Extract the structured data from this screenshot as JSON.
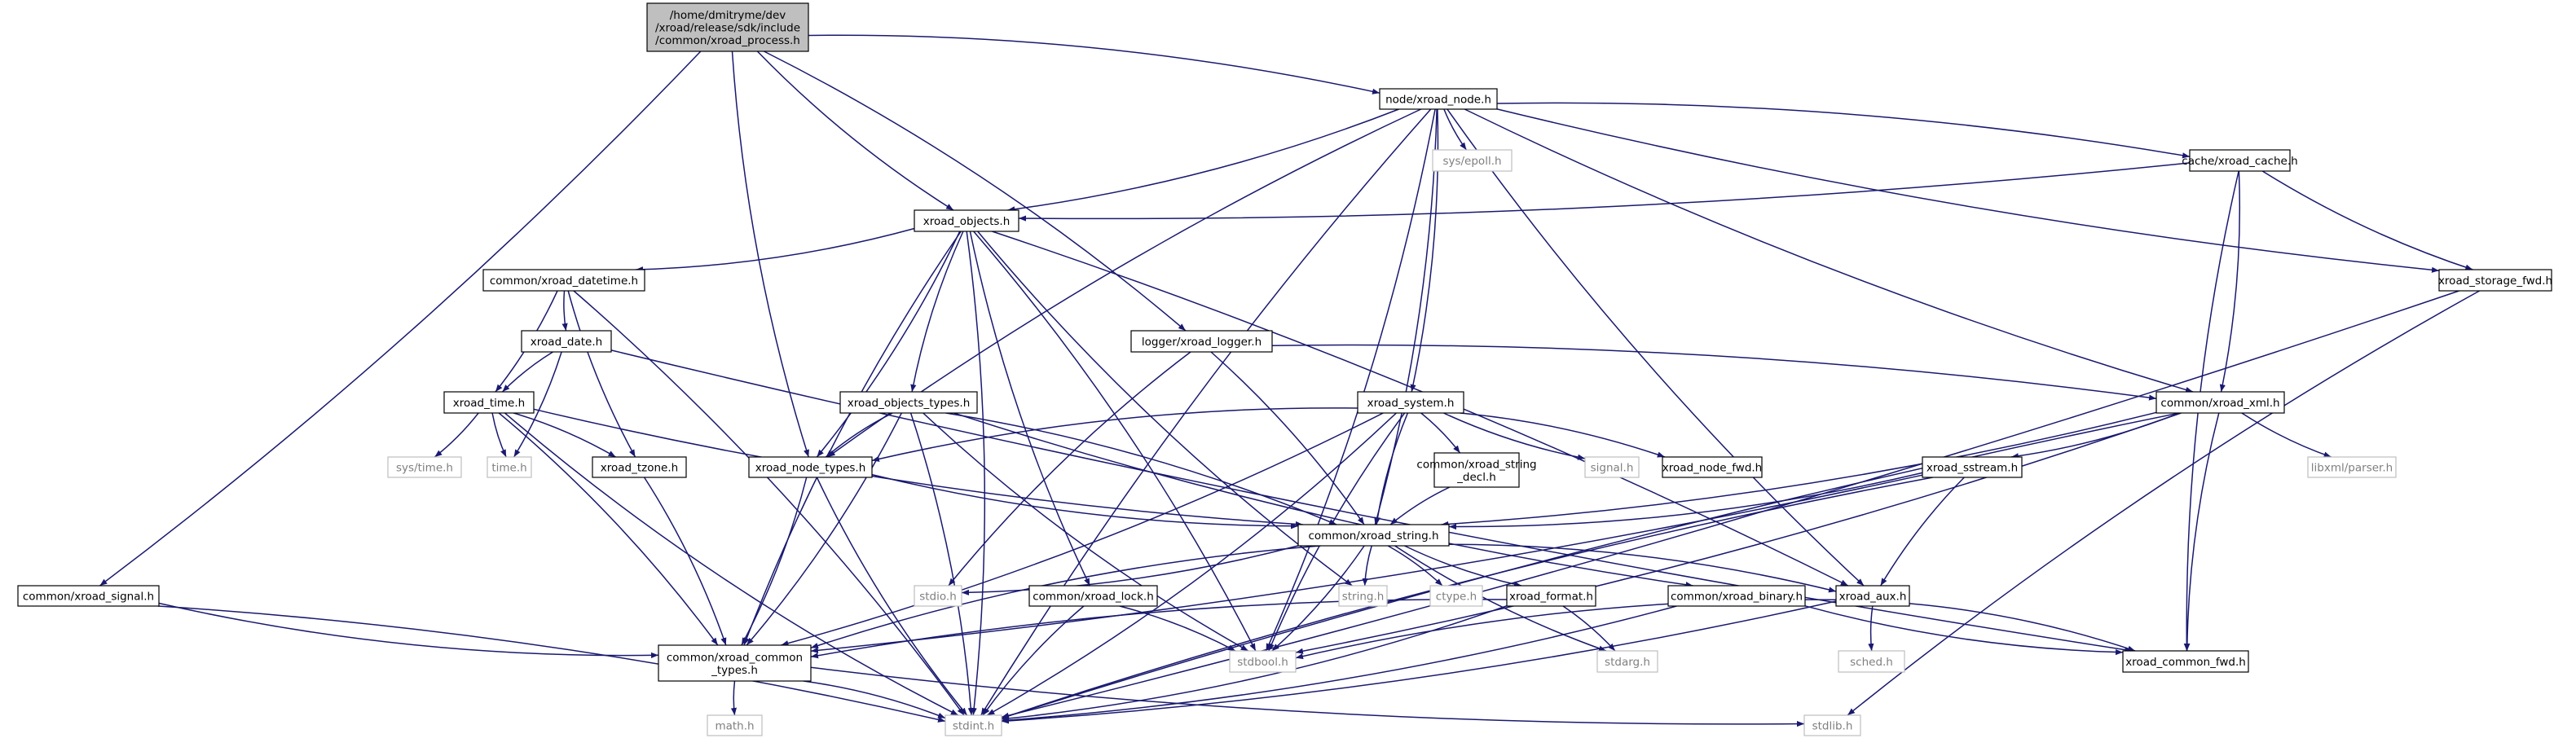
{
  "diagram": {
    "colors": {
      "root_fill": "#bfbfbf",
      "project_border": "#000000",
      "system_border": "#bfbfbf",
      "system_text": "#7f7f7f",
      "edge": "#191970",
      "text": "#000000"
    },
    "nodes": [
      {
        "id": "root",
        "lines": [
          "/home/dmitryme/dev",
          "/xroad/release/sdk/include",
          "/common/xroad_process.h"
        ],
        "kind": "root"
      },
      {
        "id": "node",
        "lines": [
          "node/xroad_node.h"
        ],
        "kind": "project"
      },
      {
        "id": "epoll",
        "lines": [
          "sys/epoll.h"
        ],
        "kind": "system"
      },
      {
        "id": "cache",
        "lines": [
          "cache/xroad_cache.h"
        ],
        "kind": "project"
      },
      {
        "id": "storage_fwd",
        "lines": [
          "xroad_storage_fwd.h"
        ],
        "kind": "project"
      },
      {
        "id": "objects",
        "lines": [
          "xroad_objects.h"
        ],
        "kind": "project"
      },
      {
        "id": "datetime",
        "lines": [
          "common/xroad_datetime.h"
        ],
        "kind": "project"
      },
      {
        "id": "date",
        "lines": [
          "xroad_date.h"
        ],
        "kind": "project"
      },
      {
        "id": "time",
        "lines": [
          "xroad_time.h"
        ],
        "kind": "project"
      },
      {
        "id": "systime",
        "lines": [
          "sys/time.h"
        ],
        "kind": "system"
      },
      {
        "id": "timeh",
        "lines": [
          "time.h"
        ],
        "kind": "system"
      },
      {
        "id": "tzone",
        "lines": [
          "xroad_tzone.h"
        ],
        "kind": "project"
      },
      {
        "id": "objects_types",
        "lines": [
          "xroad_objects_types.h"
        ],
        "kind": "project"
      },
      {
        "id": "node_types",
        "lines": [
          "xroad_node_types.h"
        ],
        "kind": "project"
      },
      {
        "id": "logger",
        "lines": [
          "logger/xroad_logger.h"
        ],
        "kind": "project"
      },
      {
        "id": "system",
        "lines": [
          "xroad_system.h"
        ],
        "kind": "project"
      },
      {
        "id": "string_decl",
        "lines": [
          "common/xroad_string",
          "_decl.h"
        ],
        "kind": "project"
      },
      {
        "id": "signal",
        "lines": [
          "signal.h"
        ],
        "kind": "system"
      },
      {
        "id": "node_fwd",
        "lines": [
          "xroad_node_fwd.h"
        ],
        "kind": "project"
      },
      {
        "id": "xml",
        "lines": [
          "common/xroad_xml.h"
        ],
        "kind": "project"
      },
      {
        "id": "libxml",
        "lines": [
          "libxml/parser.h"
        ],
        "kind": "system"
      },
      {
        "id": "sstream",
        "lines": [
          "xroad_sstream.h"
        ],
        "kind": "project"
      },
      {
        "id": "string",
        "lines": [
          "common/xroad_string.h"
        ],
        "kind": "project"
      },
      {
        "id": "stdio",
        "lines": [
          "stdio.h"
        ],
        "kind": "system"
      },
      {
        "id": "lock",
        "lines": [
          "common/xroad_lock.h"
        ],
        "kind": "project"
      },
      {
        "id": "stringh",
        "lines": [
          "string.h"
        ],
        "kind": "system"
      },
      {
        "id": "ctype",
        "lines": [
          "ctype.h"
        ],
        "kind": "system"
      },
      {
        "id": "format",
        "lines": [
          "xroad_format.h"
        ],
        "kind": "project"
      },
      {
        "id": "binary",
        "lines": [
          "common/xroad_binary.h"
        ],
        "kind": "project"
      },
      {
        "id": "aux",
        "lines": [
          "xroad_aux.h"
        ],
        "kind": "project"
      },
      {
        "id": "sched",
        "lines": [
          "sched.h"
        ],
        "kind": "system"
      },
      {
        "id": "stdarg",
        "lines": [
          "stdarg.h"
        ],
        "kind": "system"
      },
      {
        "id": "common_fwd",
        "lines": [
          "xroad_common_fwd.h"
        ],
        "kind": "project"
      },
      {
        "id": "stdbool",
        "lines": [
          "stdbool.h"
        ],
        "kind": "system"
      },
      {
        "id": "signalh",
        "lines": [
          "common/xroad_signal.h"
        ],
        "kind": "project"
      },
      {
        "id": "common_types",
        "lines": [
          "common/xroad_common",
          "_types.h"
        ],
        "kind": "project"
      },
      {
        "id": "math",
        "lines": [
          "math.h"
        ],
        "kind": "system"
      },
      {
        "id": "stdint",
        "lines": [
          "stdint.h"
        ],
        "kind": "system"
      },
      {
        "id": "stdlib",
        "lines": [
          "stdlib.h"
        ],
        "kind": "system"
      }
    ],
    "edges": [
      [
        "root",
        "node"
      ],
      [
        "root",
        "objects"
      ],
      [
        "root",
        "logger"
      ],
      [
        "root",
        "node_types"
      ],
      [
        "root",
        "signalh"
      ],
      [
        "node",
        "epoll"
      ],
      [
        "node",
        "cache"
      ],
      [
        "node",
        "storage_fwd"
      ],
      [
        "node",
        "objects"
      ],
      [
        "node",
        "node_types"
      ],
      [
        "node",
        "system"
      ],
      [
        "node",
        "xml"
      ],
      [
        "node",
        "string"
      ],
      [
        "node",
        "aux"
      ],
      [
        "node",
        "stdbool"
      ],
      [
        "node",
        "stdint"
      ],
      [
        "cache",
        "objects"
      ],
      [
        "cache",
        "storage_fwd"
      ],
      [
        "cache",
        "xml"
      ],
      [
        "cache",
        "common_fwd"
      ],
      [
        "storage_fwd",
        "stdint"
      ],
      [
        "storage_fwd",
        "stdlib"
      ],
      [
        "objects",
        "datetime"
      ],
      [
        "objects",
        "objects_types"
      ],
      [
        "objects",
        "node_types"
      ],
      [
        "objects",
        "lock"
      ],
      [
        "objects",
        "stdbool"
      ],
      [
        "objects",
        "stringh"
      ],
      [
        "objects",
        "aux"
      ],
      [
        "objects",
        "common_types"
      ],
      [
        "objects",
        "stdint"
      ],
      [
        "datetime",
        "date"
      ],
      [
        "datetime",
        "time"
      ],
      [
        "datetime",
        "tzone"
      ],
      [
        "datetime",
        "stdint"
      ],
      [
        "date",
        "time"
      ],
      [
        "date",
        "timeh"
      ],
      [
        "date",
        "common_fwd"
      ],
      [
        "time",
        "systime"
      ],
      [
        "time",
        "timeh"
      ],
      [
        "time",
        "tzone"
      ],
      [
        "time",
        "string"
      ],
      [
        "time",
        "common_types"
      ],
      [
        "time",
        "stdint"
      ],
      [
        "tzone",
        "common_types"
      ],
      [
        "objects_types",
        "node_types"
      ],
      [
        "objects_types",
        "string"
      ],
      [
        "objects_types",
        "binary"
      ],
      [
        "objects_types",
        "common_types"
      ],
      [
        "objects_types",
        "stdbool"
      ],
      [
        "objects_types",
        "stdint"
      ],
      [
        "node_types",
        "string"
      ],
      [
        "node_types",
        "common_types"
      ],
      [
        "node_types",
        "stdint"
      ],
      [
        "logger",
        "string"
      ],
      [
        "logger",
        "stdio"
      ],
      [
        "logger",
        "xml"
      ],
      [
        "system",
        "node_types"
      ],
      [
        "system",
        "string_decl"
      ],
      [
        "system",
        "signal"
      ],
      [
        "system",
        "node_fwd"
      ],
      [
        "system",
        "string"
      ],
      [
        "system",
        "common_types"
      ],
      [
        "system",
        "stdbool"
      ],
      [
        "system",
        "stdint"
      ],
      [
        "string_decl",
        "string"
      ],
      [
        "xml",
        "sstream"
      ],
      [
        "xml",
        "libxml"
      ],
      [
        "xml",
        "string"
      ],
      [
        "xml",
        "common_fwd"
      ],
      [
        "xml",
        "stdbool"
      ],
      [
        "xml",
        "stdint"
      ],
      [
        "sstream",
        "string"
      ],
      [
        "sstream",
        "aux"
      ],
      [
        "sstream",
        "common_types"
      ],
      [
        "sstream",
        "stdint"
      ],
      [
        "string",
        "stdio"
      ],
      [
        "string",
        "stringh"
      ],
      [
        "string",
        "ctype"
      ],
      [
        "string",
        "format"
      ],
      [
        "string",
        "aux"
      ],
      [
        "string",
        "stdarg"
      ],
      [
        "string",
        "stdbool"
      ],
      [
        "string",
        "common_types"
      ],
      [
        "lock",
        "stdbool"
      ],
      [
        "lock",
        "stdint"
      ],
      [
        "format",
        "stdarg"
      ],
      [
        "format",
        "common_types"
      ],
      [
        "format",
        "stdint"
      ],
      [
        "binary",
        "common_fwd"
      ],
      [
        "binary",
        "stdint"
      ],
      [
        "aux",
        "sched"
      ],
      [
        "aux",
        "common_fwd"
      ],
      [
        "aux",
        "stdbool"
      ],
      [
        "aux",
        "stdint"
      ],
      [
        "signalh",
        "common_types"
      ],
      [
        "signalh",
        "stdint"
      ],
      [
        "common_types",
        "math"
      ],
      [
        "common_types",
        "stdint"
      ],
      [
        "common_types",
        "stdlib"
      ]
    ]
  }
}
